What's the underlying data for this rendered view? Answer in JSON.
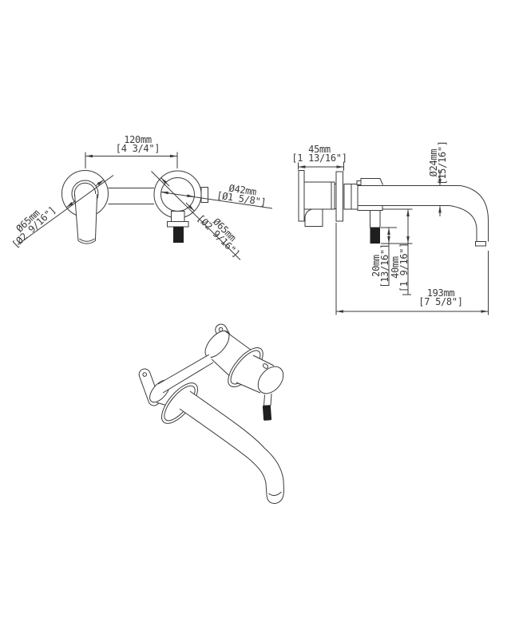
{
  "drawing": {
    "type": "technical-dimension-drawing",
    "subject": "wall-mounted-basin-mixer-faucet",
    "colors": {
      "line": "#3a3a3a",
      "grip_fill": "#1f1f1f",
      "background": "#ffffff"
    },
    "dimensions": {
      "center_distance": {
        "mm": "120mm",
        "inch": "[4 3/4\"]"
      },
      "left_escutcheon_diameter": {
        "mm": "Ø65mm",
        "inch": "[Ø2 9/16\"]"
      },
      "right_escutcheon_diameter": {
        "mm": "Ø65mm",
        "inch": "[Ø2 9/16\"]"
      },
      "trim_ring_diameter": {
        "mm": "Ø42mm",
        "inch": "[Ø1 5/8\"]"
      },
      "wall_plate_depth": {
        "mm": "45mm",
        "inch": "[1 13/16\"]"
      },
      "spout_diameter": {
        "mm": "Ø24mm",
        "inch": "[15/16\"]"
      },
      "handle_grip_length": {
        "mm": "20mm",
        "inch": "[13/16\"]"
      },
      "handle_length": {
        "mm": "40mm",
        "inch": "[1 9/16\"]"
      },
      "spout_reach": {
        "mm": "193mm",
        "inch": "[7 5/8\"]"
      }
    }
  }
}
